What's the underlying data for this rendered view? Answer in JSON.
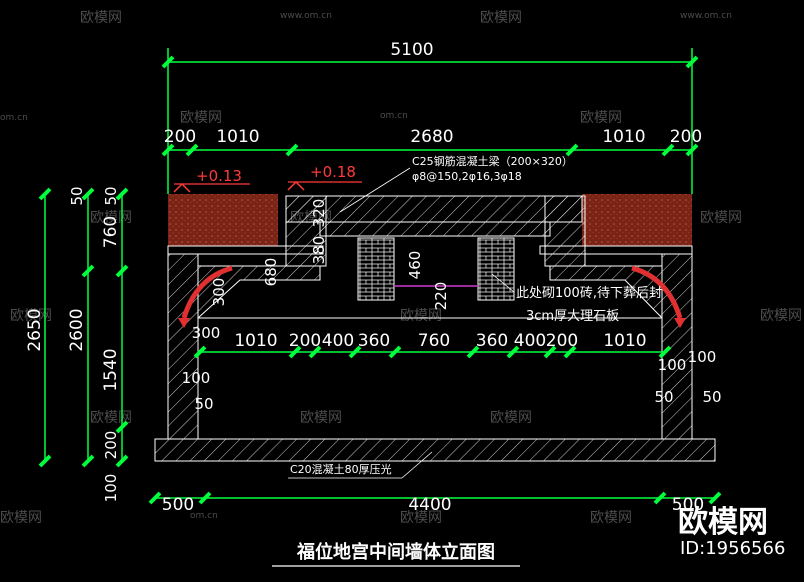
{
  "drawing": {
    "title": "福位地宫中间墙体立面图",
    "overall_width": "5100",
    "top_segments": [
      "200",
      "1010",
      "2680",
      "1010",
      "200"
    ],
    "bottom_width": "4400",
    "bottom_side_left": "500",
    "bottom_side_right": "500",
    "left_dims": {
      "total_outer": "2650",
      "total_inner": "2600",
      "d50a": "50",
      "d50b": "50",
      "d760": "760",
      "d1540": "1540",
      "d200": "200",
      "d100": "100"
    },
    "inner_dims": {
      "d680": "680",
      "d380": "380",
      "d320": "320",
      "d460": "460",
      "d220": "220",
      "d300a": "300",
      "d300b": "300",
      "d100l": "100",
      "d50l": "50",
      "d100r": "100",
      "d50r": "50",
      "d50r2": "50",
      "d100r2": "100"
    },
    "mid_row": [
      "1010",
      "200",
      "400",
      "360",
      "760",
      "360",
      "400",
      "200",
      "1010"
    ],
    "elevations": [
      "+0.13",
      "+0.18"
    ],
    "notes": {
      "beam": "C25钢筋混凝土梁（200×320）",
      "rebar": "φ8@150,2φ16,3φ18",
      "brick": "此处砌100砖,待下葬后封",
      "marble": "3cm厚大理石板",
      "slab": "C20混凝土80厚压光"
    }
  },
  "watermark": {
    "logo_text": "欧模网",
    "url": "www.om.cn",
    "url_short": "om.cn"
  },
  "brand": {
    "name": "欧模网",
    "id": "ID:1956566"
  },
  "colors": {
    "background": "#000000",
    "line": "#ffffff",
    "dimension": "#00ff3c",
    "soil": "#7a2418",
    "elevation": "#ff3b3b",
    "arrow": "#e23030"
  }
}
